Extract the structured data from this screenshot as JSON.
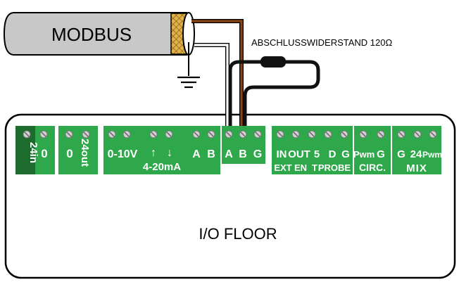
{
  "cable": {
    "label": "MODBUS"
  },
  "resistor": {
    "label": "ABSCHLUSSWIDERSTAND 120Ω"
  },
  "board": {
    "label": "I/O FLOOR"
  },
  "terminals": {
    "t24in": "24in",
    "t0a": "0",
    "t0b": "0",
    "t24out": "24out",
    "t010v": "0-10V",
    "up_arrow": "↑",
    "down_arrow": "↓",
    "t420": "4-20mA",
    "tA1": "A",
    "tB1": "B",
    "tA2": "A",
    "tB2": "B",
    "tG2": "G",
    "tIN": "IN",
    "tOUT": "OUT",
    "t5": "5",
    "tD": "D",
    "tG3": "G",
    "tEXT": "EXT",
    "tEN": "EN",
    "tT": "T",
    "tPROBE": "PROBE",
    "tPwm1": "Pwm",
    "tG4": "G",
    "tCIRC": "CIRC.",
    "tG5": "G",
    "t24": "24",
    "tPwm2": "Pwm",
    "tMIX": "MIX"
  },
  "colors": {
    "terminal_green": "#2ea84a",
    "terminal_dark_green": "#1e6b2e",
    "cable_grey": "#c8c8c8",
    "shield_gold": "#d9a93a",
    "wire_brown": "#8b4513",
    "wire_black": "#111111"
  }
}
